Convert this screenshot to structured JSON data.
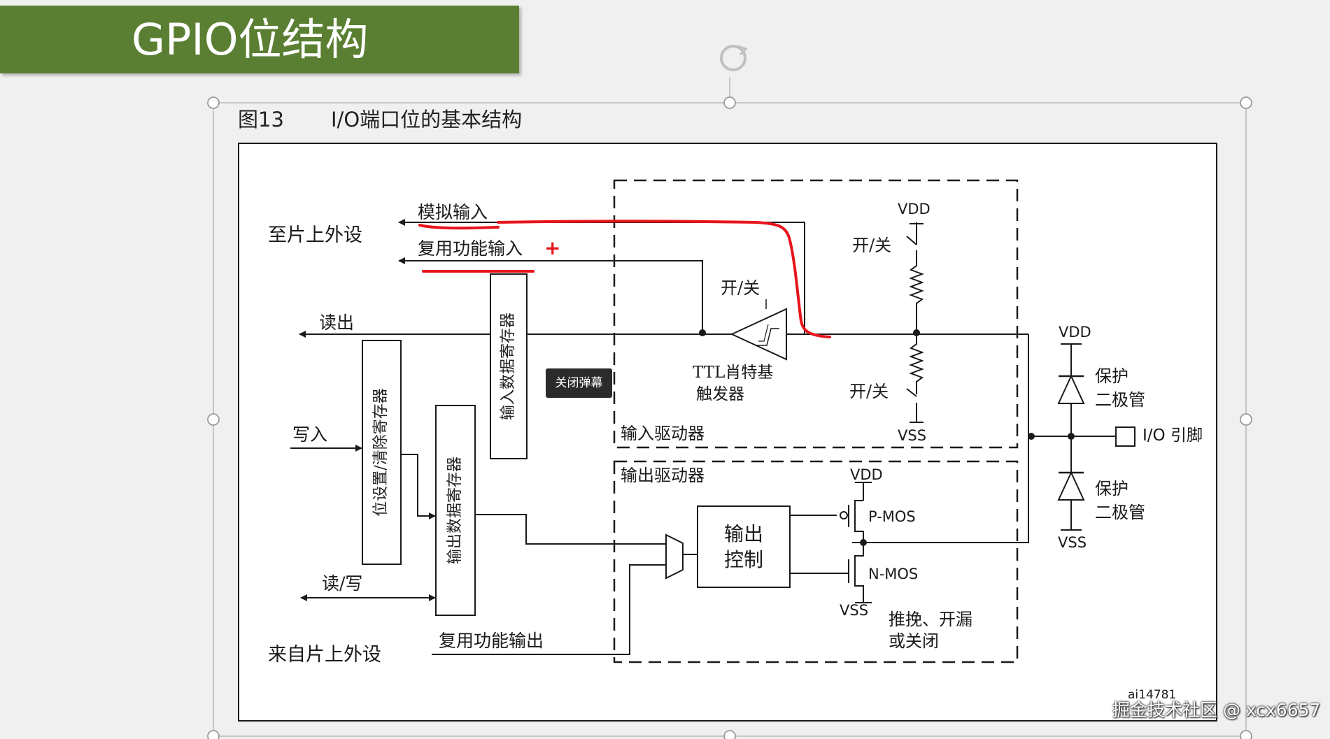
{
  "slide_title": "GPIO位结构",
  "figure": {
    "caption_number": "图13",
    "caption_text": "I/O端口位的基本结构",
    "figure_id": "ai14781"
  },
  "labels": {
    "to_onchip_peripheral": "至片上外设",
    "analog_input": "模拟输入",
    "alt_func_input": "复用功能输入",
    "plus_mark": "+",
    "read_out": "读出",
    "write_in": "写入",
    "read_write": "读/写",
    "from_onchip_peripheral": "来自片上外设",
    "alt_func_output": "复用功能输出",
    "input_data_register": "输入数据寄存器",
    "bit_set_reset_register": "位设置/清除寄存器",
    "output_data_register": "输出数据寄存器",
    "on_off_schmitt": "开/关",
    "schmitt_label_line1": "TTL肖特基",
    "schmitt_label_line2": "触发器",
    "on_off_pullup": "开/关",
    "on_off_pulldown": "开/关",
    "vdd_main": "VDD",
    "vss_main": "VSS",
    "input_driver": "输入驱动器",
    "output_driver": "输出驱动器",
    "output_control_line1": "输出",
    "output_control_line2": "控制",
    "vdd_output": "VDD",
    "vss_output": "VSS",
    "pmos": "P-MOS",
    "nmos": "N-MOS",
    "mode_line1": "推挽、开漏",
    "mode_line2": "或关闭",
    "vdd_diode": "VDD",
    "vss_diode": "VSS",
    "protection_diode_top_line1": "保护",
    "protection_diode_top_line2": "二极管",
    "protection_diode_bottom_line1": "保护",
    "protection_diode_bottom_line2": "二极管",
    "io_pin": "I/O 引脚"
  },
  "overlay": {
    "close_danmaku_button": "关闭弹幕",
    "watermark": "掘金技术社区 @ xcx6657"
  },
  "colors": {
    "title_bar": "#5a7f32",
    "annotation_red": "#e8141c",
    "diagram_line": "#1a1a1a"
  }
}
